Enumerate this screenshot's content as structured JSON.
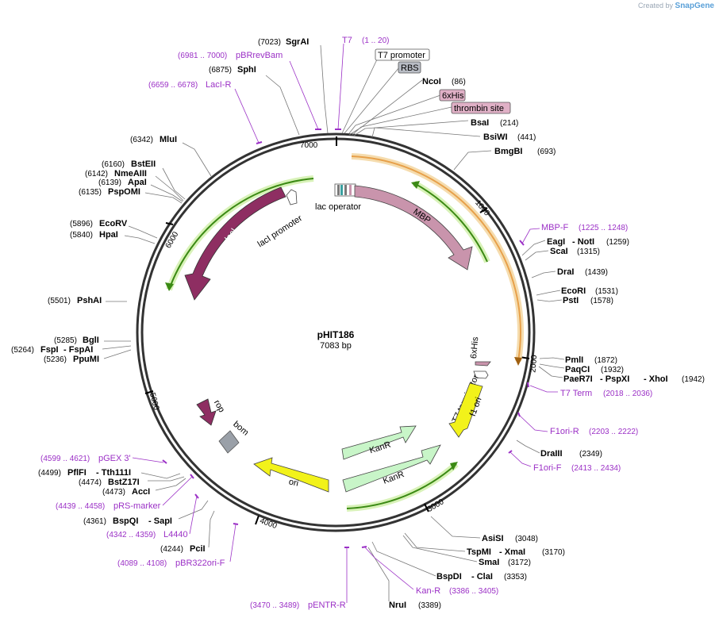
{
  "credit": {
    "prefix": "Created by",
    "brand": "SnapGene"
  },
  "plasmid": {
    "name": "pHIT186",
    "length": "7083 bp"
  },
  "ticks": [
    "1000",
    "2000",
    "3000",
    "4000",
    "5000",
    "6000",
    "7000"
  ],
  "colors": {
    "mbp": "#c994ac",
    "laci": "#8e2e62",
    "kanr": "#c8f5c8",
    "ori": "#f2f21a",
    "f1ori": "#f2f21a",
    "rop": "#8e2e62",
    "bom": "#9aa0a8",
    "primer": "#9b30c6",
    "orf_green": "#3b8a14",
    "orf_orange": "#e7a04a"
  },
  "features": {
    "lac_operator": "lac operator",
    "mbp": "MBP",
    "laci": "lacI",
    "laci_promoter": "lacI promoter",
    "six_his": "6xHis",
    "t7_terminator": "T7 terminator",
    "f1_ori": "f1 ori",
    "kanr1": "KanR",
    "kanr2": "KanR",
    "ori": "ori",
    "rop": "rop",
    "bom": "bom"
  },
  "boxes": {
    "t7_promoter": "T7 promoter",
    "rbs": "RBS",
    "six_his": "6xHis",
    "thrombin": "thrombin site"
  },
  "sites": {
    "sgrai": {
      "pos": "(7023)",
      "name": "SgrAI"
    },
    "sphi": {
      "pos": "(6875)",
      "name": "SphI"
    },
    "mlui": {
      "pos": "(6342)",
      "name": "MluI"
    },
    "bsteii": {
      "pos": "(6160)",
      "name": "BstEII"
    },
    "nmeaiii": {
      "pos": "(6142)",
      "name": "NmeAIII"
    },
    "apai": {
      "pos": "(6139)",
      "name": "ApaI"
    },
    "pspomi": {
      "pos": "(6135)",
      "name": "PspOMI"
    },
    "ecorv": {
      "pos": "(5896)",
      "name": "EcoRV"
    },
    "hpai": {
      "pos": "(5840)",
      "name": "HpaI"
    },
    "pshai": {
      "pos": "(5501)",
      "name": "PshAI"
    },
    "bgli": {
      "pos": "(5285)",
      "name": "BglI"
    },
    "fspi": {
      "pos": "(5264)",
      "name": "FspI",
      "name2": "FspAI"
    },
    "pspumi": {
      "pos": "(5236)",
      "name": "PpuMI"
    },
    "pflfi": {
      "pos": "(4499)",
      "name": "PflFI",
      "name2": "Tth111I"
    },
    "bstz17i": {
      "pos": "(4474)",
      "name": "BstZ17I"
    },
    "acci": {
      "pos": "(4473)",
      "name": "AccI"
    },
    "bspqi": {
      "pos": "(4361)",
      "name": "BspQI",
      "name2": "SapI"
    },
    "pcii": {
      "pos": "(4244)",
      "name": "PciI"
    },
    "ncoi": {
      "pos": "(86)",
      "name": "NcoI"
    },
    "bsai": {
      "pos": "(214)",
      "name": "BsaI"
    },
    "bsiwi": {
      "pos": "(441)",
      "name": "BsiWI"
    },
    "bmgbi": {
      "pos": "(693)",
      "name": "BmgBI"
    },
    "eagi": {
      "pos": "(1259)",
      "name": "EagI",
      "name2": "NotI"
    },
    "scai": {
      "pos": "(1315)",
      "name": "ScaI"
    },
    "drai": {
      "pos": "(1439)",
      "name": "DraI"
    },
    "ecori": {
      "pos": "(1531)",
      "name": "EcoRI"
    },
    "psti": {
      "pos": "(1578)",
      "name": "PstI"
    },
    "pmli": {
      "pos": "(1872)",
      "name": "PmlI"
    },
    "paqci": {
      "pos": "(1932)",
      "name": "PaqCI"
    },
    "paer7i": {
      "pos": "(1942)",
      "name": "PaeR7I",
      "name2": "PspXI",
      "name3": "XhoI"
    },
    "draiii": {
      "pos": "(2349)",
      "name": "DraIII"
    },
    "asisi": {
      "pos": "(3048)",
      "name": "AsiSI"
    },
    "tspmi": {
      "pos": "(3170)",
      "name": "TspMI",
      "name2": "XmaI"
    },
    "smai": {
      "pos": "(3172)",
      "name": "SmaI"
    },
    "bspdi": {
      "pos": "(3353)",
      "name": "BspDI",
      "name2": "ClaI"
    },
    "nrui": {
      "pos": "(3389)",
      "name": "NruI"
    }
  },
  "primers": {
    "t7": {
      "name": "T7",
      "range": "(1 .. 20)"
    },
    "pbrrevbam": {
      "name": "pBRrevBam",
      "range": "(6981 .. 7000)"
    },
    "laci_r": {
      "name": "LacI-R",
      "range": "(6659 .. 6678)"
    },
    "mbp_f": {
      "name": "MBP-F",
      "range": "(1225 .. 1248)"
    },
    "t7_term": {
      "name": "T7 Term",
      "range": "(2018 .. 2036)"
    },
    "f1ori_r": {
      "name": "F1ori-R",
      "range": "(2203 .. 2222)"
    },
    "f1ori_f": {
      "name": "F1ori-F",
      "range": "(2413 .. 2434)"
    },
    "pgex3": {
      "name": "pGEX 3'",
      "range": "(4599 .. 4621)"
    },
    "prs_marker": {
      "name": "pRS-marker",
      "range": "(4439 .. 4458)"
    },
    "l4440": {
      "name": "L4440",
      "range": "(4342 .. 4359)"
    },
    "pbr322ori_f": {
      "name": "pBR322ori-F",
      "range": "(4089 .. 4108)"
    },
    "kan_r": {
      "name": "Kan-R",
      "range": "(3386 .. 3405)"
    },
    "pentr_r": {
      "name": "pENTR-R",
      "range": "(3470 .. 3489)"
    }
  }
}
